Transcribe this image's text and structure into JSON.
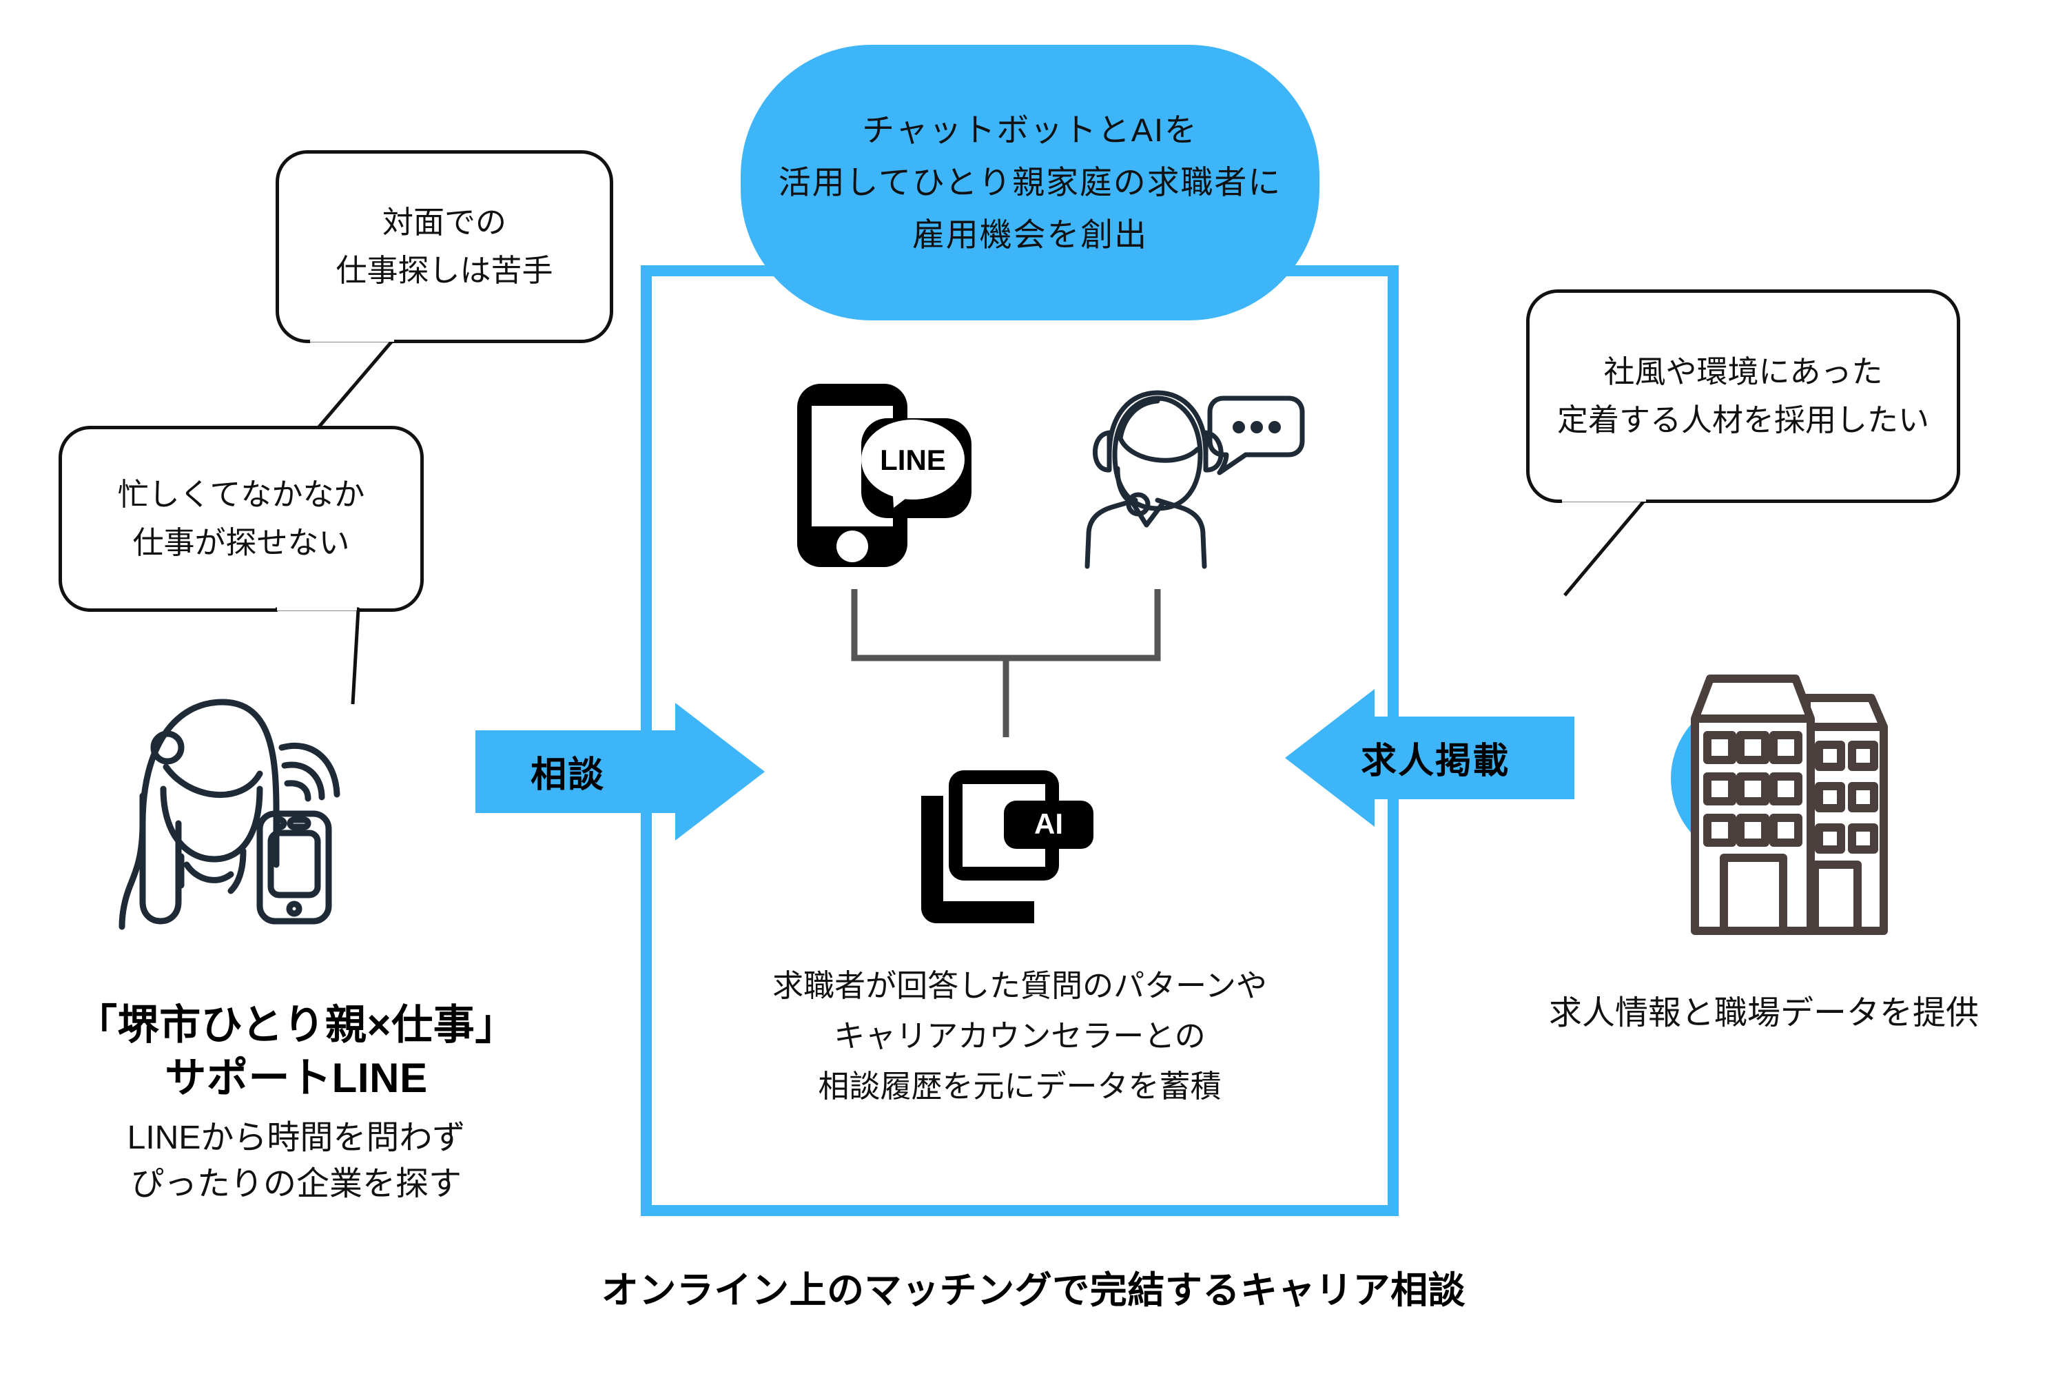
{
  "diagram": {
    "title_caption": "オンライン上のマッチングで完結するキャリア相談",
    "accent_blue": "#3FB5F9",
    "outline_dark": "#1E2A35",
    "building_outline": "#4A3F3C"
  },
  "top_bubble": {
    "text": "チャットボットとAIを\n活用してひとり親家庭の求職者に\n雇用機会を創出"
  },
  "speech_bubbles": [
    {
      "name": "jobseeker-concern-1",
      "text": "対面での\n仕事探しは苦手"
    },
    {
      "name": "jobseeker-concern-2",
      "text": "忙しくてなかなか\n仕事が探せない"
    },
    {
      "name": "employer-need",
      "text": "社風や環境にあった\n定着する人材を採用したい"
    }
  ],
  "arrows": {
    "left_label": "相談",
    "right_label": "求人掲載"
  },
  "center": {
    "description": "求職者が回答した質問のパターンや\nキャリアカウンセラーとの\n相談履歴を元にデータを蓄積",
    "icons": {
      "phone_badge": "LINE",
      "ai_badge": "AI"
    }
  },
  "left_column": {
    "headline": "「堺市ひとり親×仕事」\nサポートLINE",
    "subtext": "LINEから時間を問わず\nぴったりの企業を探す"
  },
  "right_column": {
    "caption": "求人情報と職場データを提供"
  }
}
